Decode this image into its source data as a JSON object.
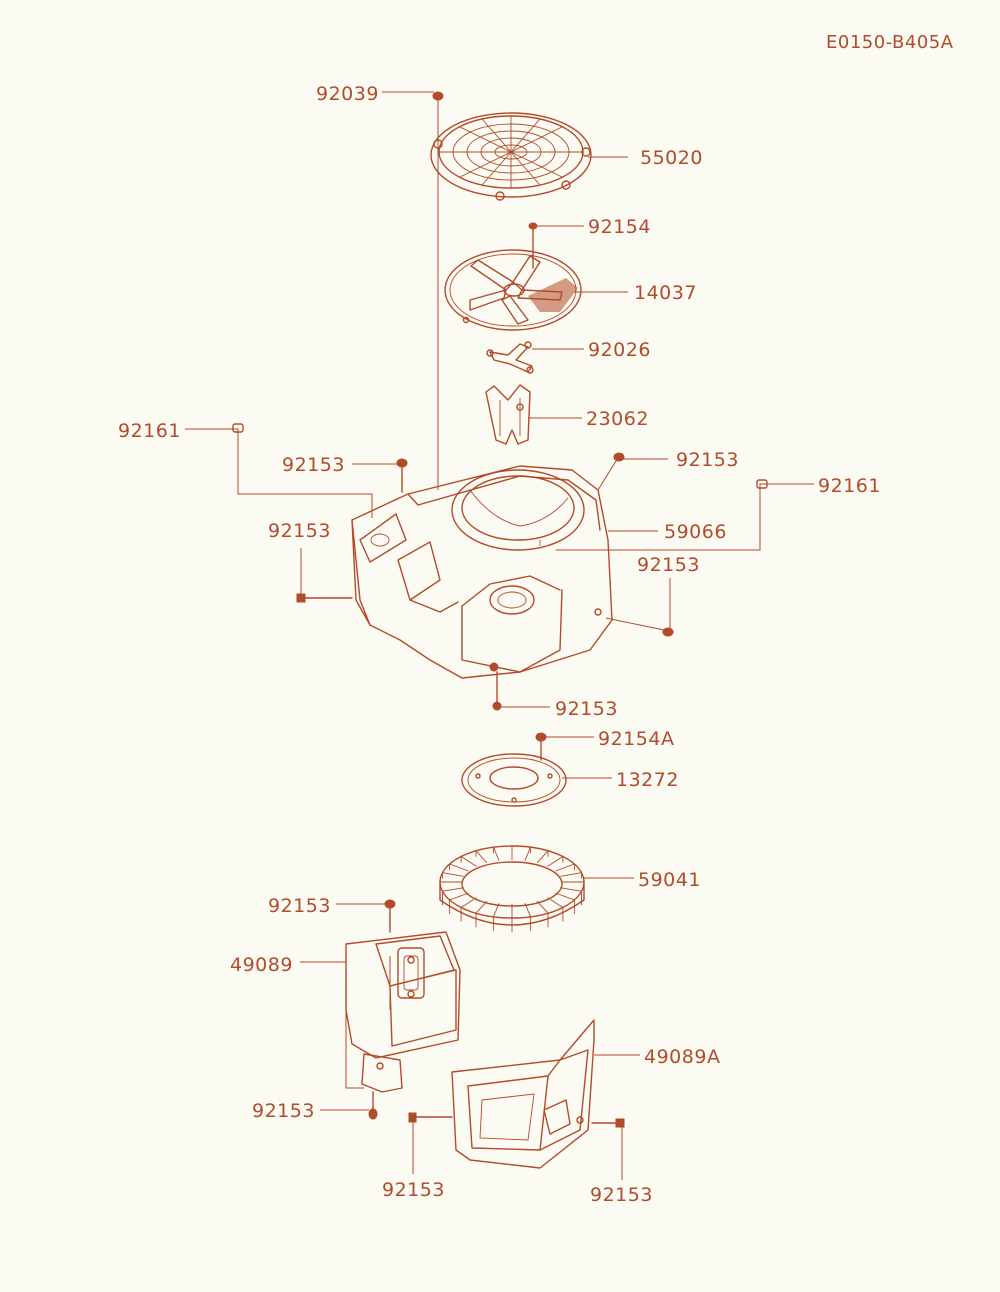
{
  "diagram": {
    "reference_code": "E0150-B405A",
    "ink_color": "#b24b2a",
    "background_color": "#fbfbf4",
    "callouts": [
      {
        "id": "c-92039",
        "label": "92039"
      },
      {
        "id": "c-55020",
        "label": "55020"
      },
      {
        "id": "c-92154",
        "label": "92154"
      },
      {
        "id": "c-14037",
        "label": "14037"
      },
      {
        "id": "c-92026",
        "label": "92026"
      },
      {
        "id": "c-23062",
        "label": "23062"
      },
      {
        "id": "c-92161-left",
        "label": "92161"
      },
      {
        "id": "c-92153-a",
        "label": "92153"
      },
      {
        "id": "c-92153-b",
        "label": "92153"
      },
      {
        "id": "c-92161-right",
        "label": "92161"
      },
      {
        "id": "c-59066",
        "label": "59066"
      },
      {
        "id": "c-92153-c",
        "label": "92153"
      },
      {
        "id": "c-92153-d",
        "label": "92153"
      },
      {
        "id": "c-92153-e",
        "label": "92153"
      },
      {
        "id": "c-92154A",
        "label": "92154A"
      },
      {
        "id": "c-13272",
        "label": "13272"
      },
      {
        "id": "c-59041",
        "label": "59041"
      },
      {
        "id": "c-92153-f",
        "label": "92153"
      },
      {
        "id": "c-49089",
        "label": "49089"
      },
      {
        "id": "c-49089A",
        "label": "49089A"
      },
      {
        "id": "c-92153-g",
        "label": "92153"
      },
      {
        "id": "c-92153-h",
        "label": "92153"
      },
      {
        "id": "c-92153-i",
        "label": "92153"
      }
    ]
  }
}
